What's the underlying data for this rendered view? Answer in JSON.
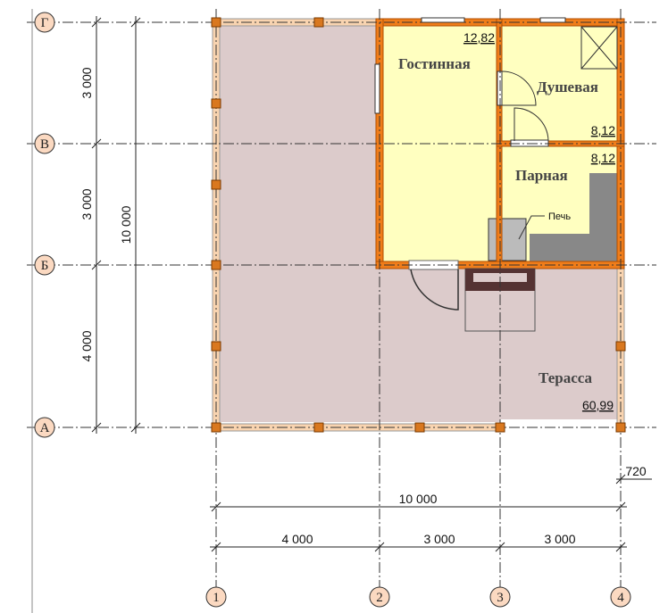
{
  "axes": {
    "rows": [
      "Г",
      "В",
      "Б",
      "А"
    ],
    "columns": [
      "1",
      "2",
      "3",
      "4"
    ]
  },
  "dimensions": {
    "left": [
      "3 000",
      "3 000",
      "4 000"
    ],
    "left_total": "10 000",
    "bottom_total": "10 000",
    "bottom": [
      "4 000",
      "3 000",
      "3 000"
    ],
    "overhang": "720"
  },
  "rooms": [
    {
      "name": "Гостинная",
      "area": "12,82"
    },
    {
      "name": "Душевая",
      "area": "8,12"
    },
    {
      "name": "Парная",
      "area": "8,12"
    },
    {
      "name": "Терасса",
      "area": "60,99"
    }
  ],
  "labels": {
    "stove": "Печь"
  },
  "colors": {
    "wall": "#f07d1a",
    "room": "#ffffc0",
    "terrace": "#dccbcb",
    "beam": "#f9d4b0"
  }
}
